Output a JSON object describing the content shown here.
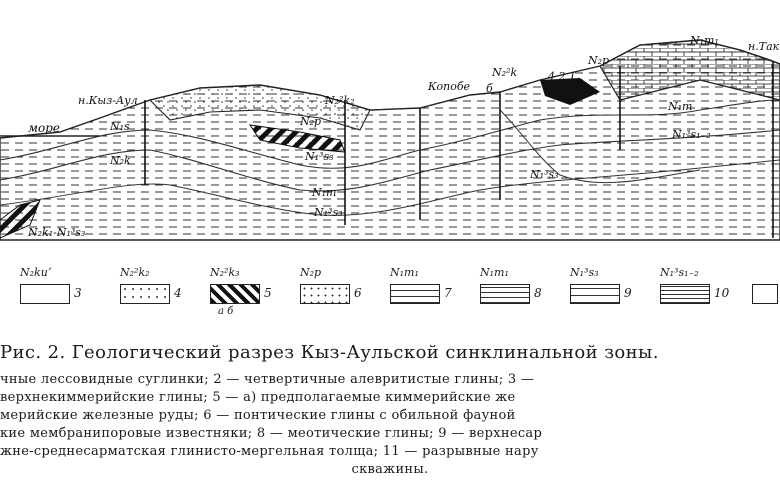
{
  "figure": {
    "labels": {
      "kyz_aul": "н.Кыз-Аул",
      "more": "море",
      "kopobe": "Копобе",
      "n_tak": "н.Так",
      "n2k2_top": "N₂²k₂",
      "n2k": "N₂²k",
      "n2p_top": "N₂p",
      "nm_top": "N₁m₁",
      "n2p": "N₂p",
      "n2s3": "N₁³s₃",
      "nm_mid": "N₁m",
      "n2s3_b": "N₁³s₃",
      "nm_right": "N₁m",
      "n1s12": "N₁³s₁₋₂",
      "n1s3_right": "N₁³s₃",
      "nk_left": "N₂k",
      "n2s3_left": "N₂k₁-N₁³s₃",
      "n_left": "N₁s",
      "n6": "б",
      "n421": "4 2 1"
    }
  },
  "legend": [
    {
      "label": "N₂kuʼ",
      "num": "3"
    },
    {
      "label": "N₂²k₂",
      "num": "4"
    },
    {
      "label": "N₂²k₃",
      "num": "5",
      "sub": "а   б"
    },
    {
      "label": "N₂p",
      "num": "6"
    },
    {
      "label": "N₁m₁",
      "num": "7"
    },
    {
      "label": "N₁m₁",
      "num": "8"
    },
    {
      "label": "N₁³s₃",
      "num": "9"
    },
    {
      "label": "N₁³s₁₋₂",
      "num": "10"
    }
  ],
  "caption": {
    "title": "Рис. 2. Геологический разрез Кыз-Аульской синклинальной зоны.",
    "lines": [
      "чные лессовидные суглинки; 2 — четвертичные алевритистые глины; 3 —",
      "верхнекиммерийские глины; 5 — а) предполагаемые киммерийские же",
      "мерийские железные руды; 6 — понтические глины с обильной фауной",
      "кие мембранипоровые известняки; 8 — меотические глины; 9 — верхнесар",
      "жне-среднесарматская глинисто-мергельная толща; 11 — разрывные нару",
      "скважины."
    ]
  }
}
